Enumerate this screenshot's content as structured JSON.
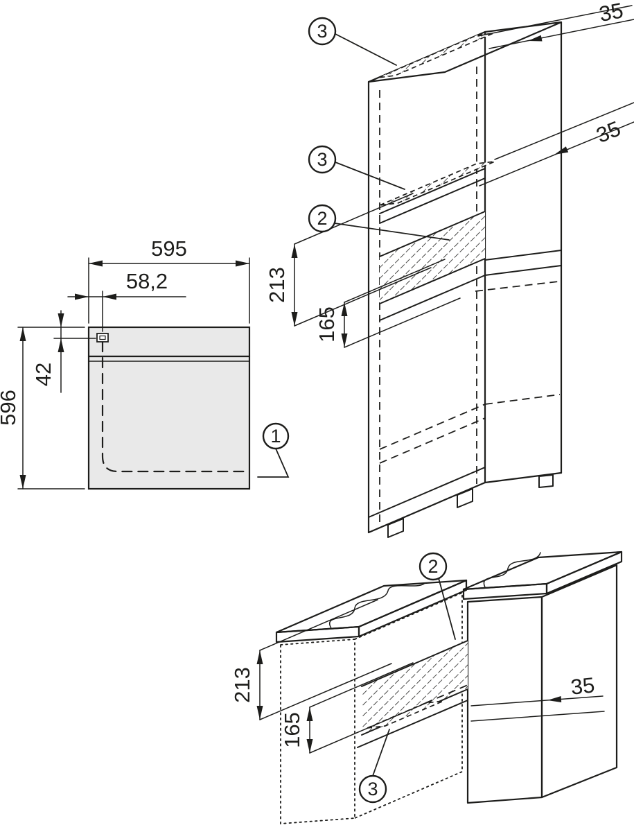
{
  "page": {
    "background": "#ffffff",
    "line_color": "#1d1d1b",
    "panel_fill": "#e9e9e9"
  },
  "front_view": {
    "width": "595",
    "offset": "58,2",
    "top_gap": "42",
    "height": "596",
    "callout_mains": "1"
  },
  "tall_unit": {
    "callout_top_vent": "3",
    "callout_shelf_vent": "3",
    "callout_niche": "2",
    "vent_top": "35",
    "vent_shelf": "35",
    "niche_height": "213",
    "clearance": "165"
  },
  "base_unit": {
    "callout_niche": "2",
    "callout_vent": "3",
    "niche_height": "213",
    "clearance": "165",
    "vent_gap": "35"
  }
}
